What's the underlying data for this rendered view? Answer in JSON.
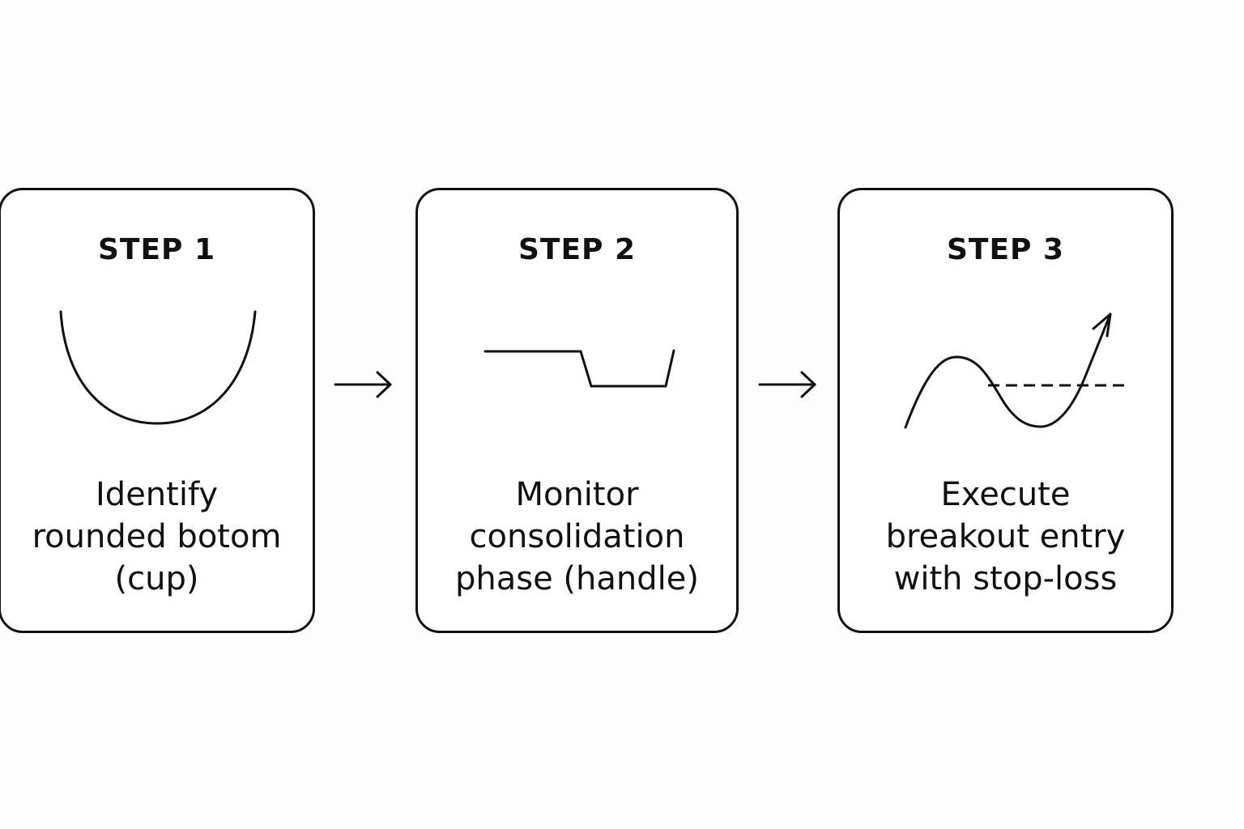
{
  "steps": [
    {
      "title": "STEP 1",
      "description": [
        "Identify",
        "rounded botom",
        "(cup)"
      ],
      "icon": "cup-curve-icon"
    },
    {
      "title": "STEP 2",
      "description": [
        "Monitor",
        "consolidation",
        "phase (handle)"
      ],
      "icon": "handle-dip-icon"
    },
    {
      "title": "STEP 3",
      "description": [
        "Execute",
        "breakout entry",
        "with stop-loss"
      ],
      "icon": "breakout-arrow-icon"
    }
  ],
  "connectors": [
    "arrow-right-icon",
    "arrow-right-icon"
  ],
  "colors": {
    "stroke": "#111111",
    "background": "#fdfdfd",
    "card": "#ffffff"
  }
}
